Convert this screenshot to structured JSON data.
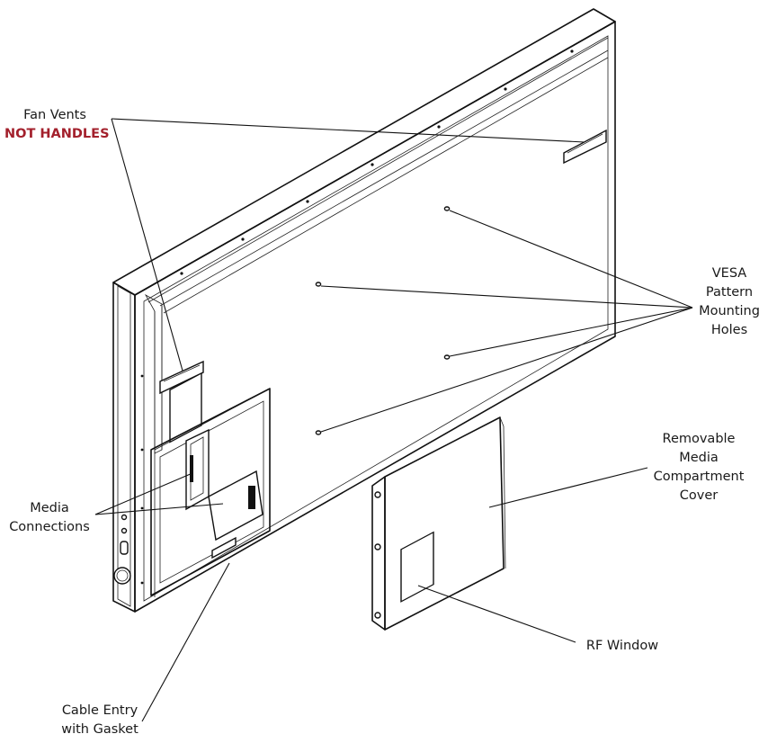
{
  "labels": {
    "fan_vents": {
      "line1": "Fan Vents",
      "warning": "NOT HANDLES"
    },
    "vesa": [
      "VESA",
      "Pattern",
      "Mounting",
      "Holes"
    ],
    "cover": [
      "Removable",
      "Media",
      "Compartment",
      "Cover"
    ],
    "media": [
      "Media",
      "Connections"
    ],
    "rf": "RF Window",
    "cable": [
      "Cable Entry",
      "with Gasket"
    ]
  },
  "colors": {
    "warning": "#a3202c",
    "line": "#111111"
  }
}
